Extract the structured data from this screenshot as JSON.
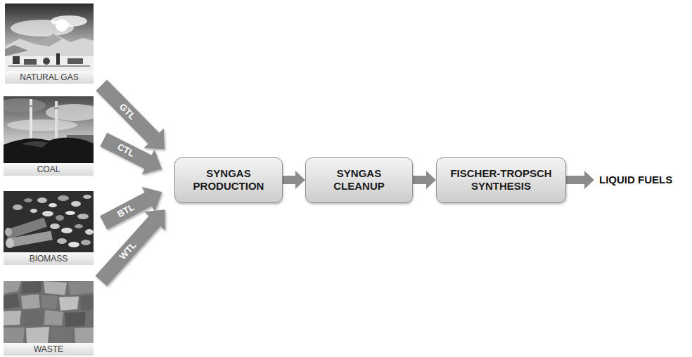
{
  "diagram": {
    "nodes": [
      {
        "text": [
          "NATURAL GAS"
        ]
      },
      {
        "text": [
          "COAL"
        ]
      },
      {
        "text": [
          "BIOMASS"
        ]
      },
      {
        "text": [
          "WASTE"
        ]
      },
      {
        "text": [
          "SYNGAS PRODUCTION"
        ]
      },
      {
        "text": [
          "SYNGAS CLEANUP"
        ]
      },
      {
        "text": [
          "FISCHER-TROPSCH SYNTHESIS"
        ]
      },
      {
        "text": [
          "LIQUID FUELS"
        ]
      }
    ],
    "edges": [
      {
        "from": 0,
        "to": 4,
        "arrow": "to",
        "label": "GTL"
      },
      {
        "from": 1,
        "to": 4,
        "arrow": "to",
        "label": "CTL"
      },
      {
        "from": 2,
        "to": 4,
        "arrow": "to",
        "label": "BTL"
      },
      {
        "from": 3,
        "to": 4,
        "arrow": "to",
        "label": "WTL"
      },
      {
        "from": 4,
        "to": 5,
        "arrow": "to"
      },
      {
        "from": 5,
        "to": 6,
        "arrow": "to"
      },
      {
        "from": 6,
        "to": 7,
        "arrow": "to"
      }
    ]
  }
}
